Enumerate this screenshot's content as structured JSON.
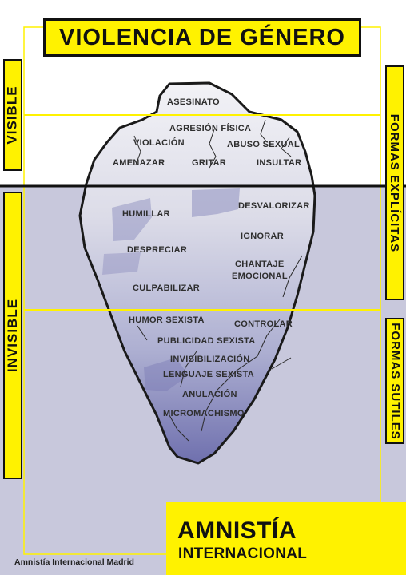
{
  "title": "VIOLENCIA DE GÉNERO",
  "side_labels": {
    "visible": "VISIBLE",
    "invisible": "INVISIBLE",
    "explicit": "FORMAS EXPLÍCITAS",
    "subtle": "FORMAS SUTILES"
  },
  "iceberg_terms": {
    "above_water": [
      "ASESINATO",
      "AGRESIÓN FÍSICA",
      "VIOLACIÓN",
      "ABUSO SEXUAL",
      "AMENAZAR",
      "GRITAR",
      "INSULTAR"
    ],
    "below_water": [
      "HUMILLAR",
      "DESVALORIZAR",
      "IGNORAR",
      "DESPRECIAR",
      "CHANTAJE",
      "EMOCIONAL",
      "CULPABILIZAR"
    ],
    "subtle": [
      "HUMOR SEXISTA",
      "CONTROLAR",
      "PUBLICIDAD SEXISTA",
      "INVISIBILIZACIÓN",
      "LENGUAJE SEXISTA",
      "ANULACIÓN",
      "MICROMACHISMO"
    ]
  },
  "logo": {
    "line1": "AMNISTÍA",
    "line2": "INTERNACIONAL",
    "icon": "candle-barbed-wire-icon"
  },
  "footer": "Amnistía Internacional Madrid",
  "colors": {
    "yellow": "#fff200",
    "water": "#c8c8dc",
    "ice_top": "#e6e6ee",
    "ice_bottom": "#7c7cb6"
  }
}
